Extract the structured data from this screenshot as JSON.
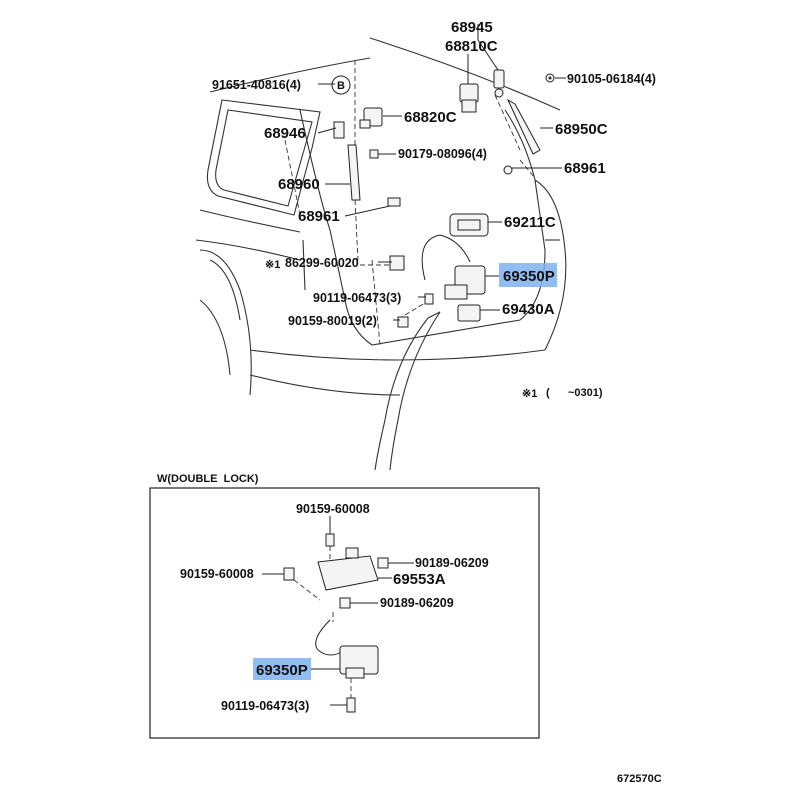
{
  "main_labels": {
    "p68945": "68945",
    "p68810C": "68810C",
    "p91651": "91651-40816(4)",
    "circleB": "B",
    "p90105": "90105-06184(4)",
    "p68820C": "68820C",
    "p68946": "68946",
    "p68950C": "68950C",
    "p90179": "90179-08096(4)",
    "p68961_right": "68961",
    "p68960": "68960",
    "p68961_left": "68961",
    "p69211C": "69211C",
    "p86299_prefix": "※1",
    "p86299": "86299-60020",
    "p69350P": "69350P",
    "p90119": "90119-06473(3)",
    "p69430A": "69430A",
    "p90159_main": "90159-80019(2)"
  },
  "note": {
    "mark": "※1",
    "range": "(      ~0301)"
  },
  "inset": {
    "title": "W(DOUBLE  LOCK)",
    "p90159_top": "90159-60008",
    "p90189_top": "90189-06209",
    "p90159_left": "90159-60008",
    "p69553A": "69553A",
    "p90189_mid": "90189-06209",
    "p69350P": "69350P",
    "p90119": "90119-06473(3)"
  },
  "footer": {
    "code": "672570C"
  },
  "colors": {
    "highlight": "#7fb2f0",
    "line": "#222222"
  }
}
